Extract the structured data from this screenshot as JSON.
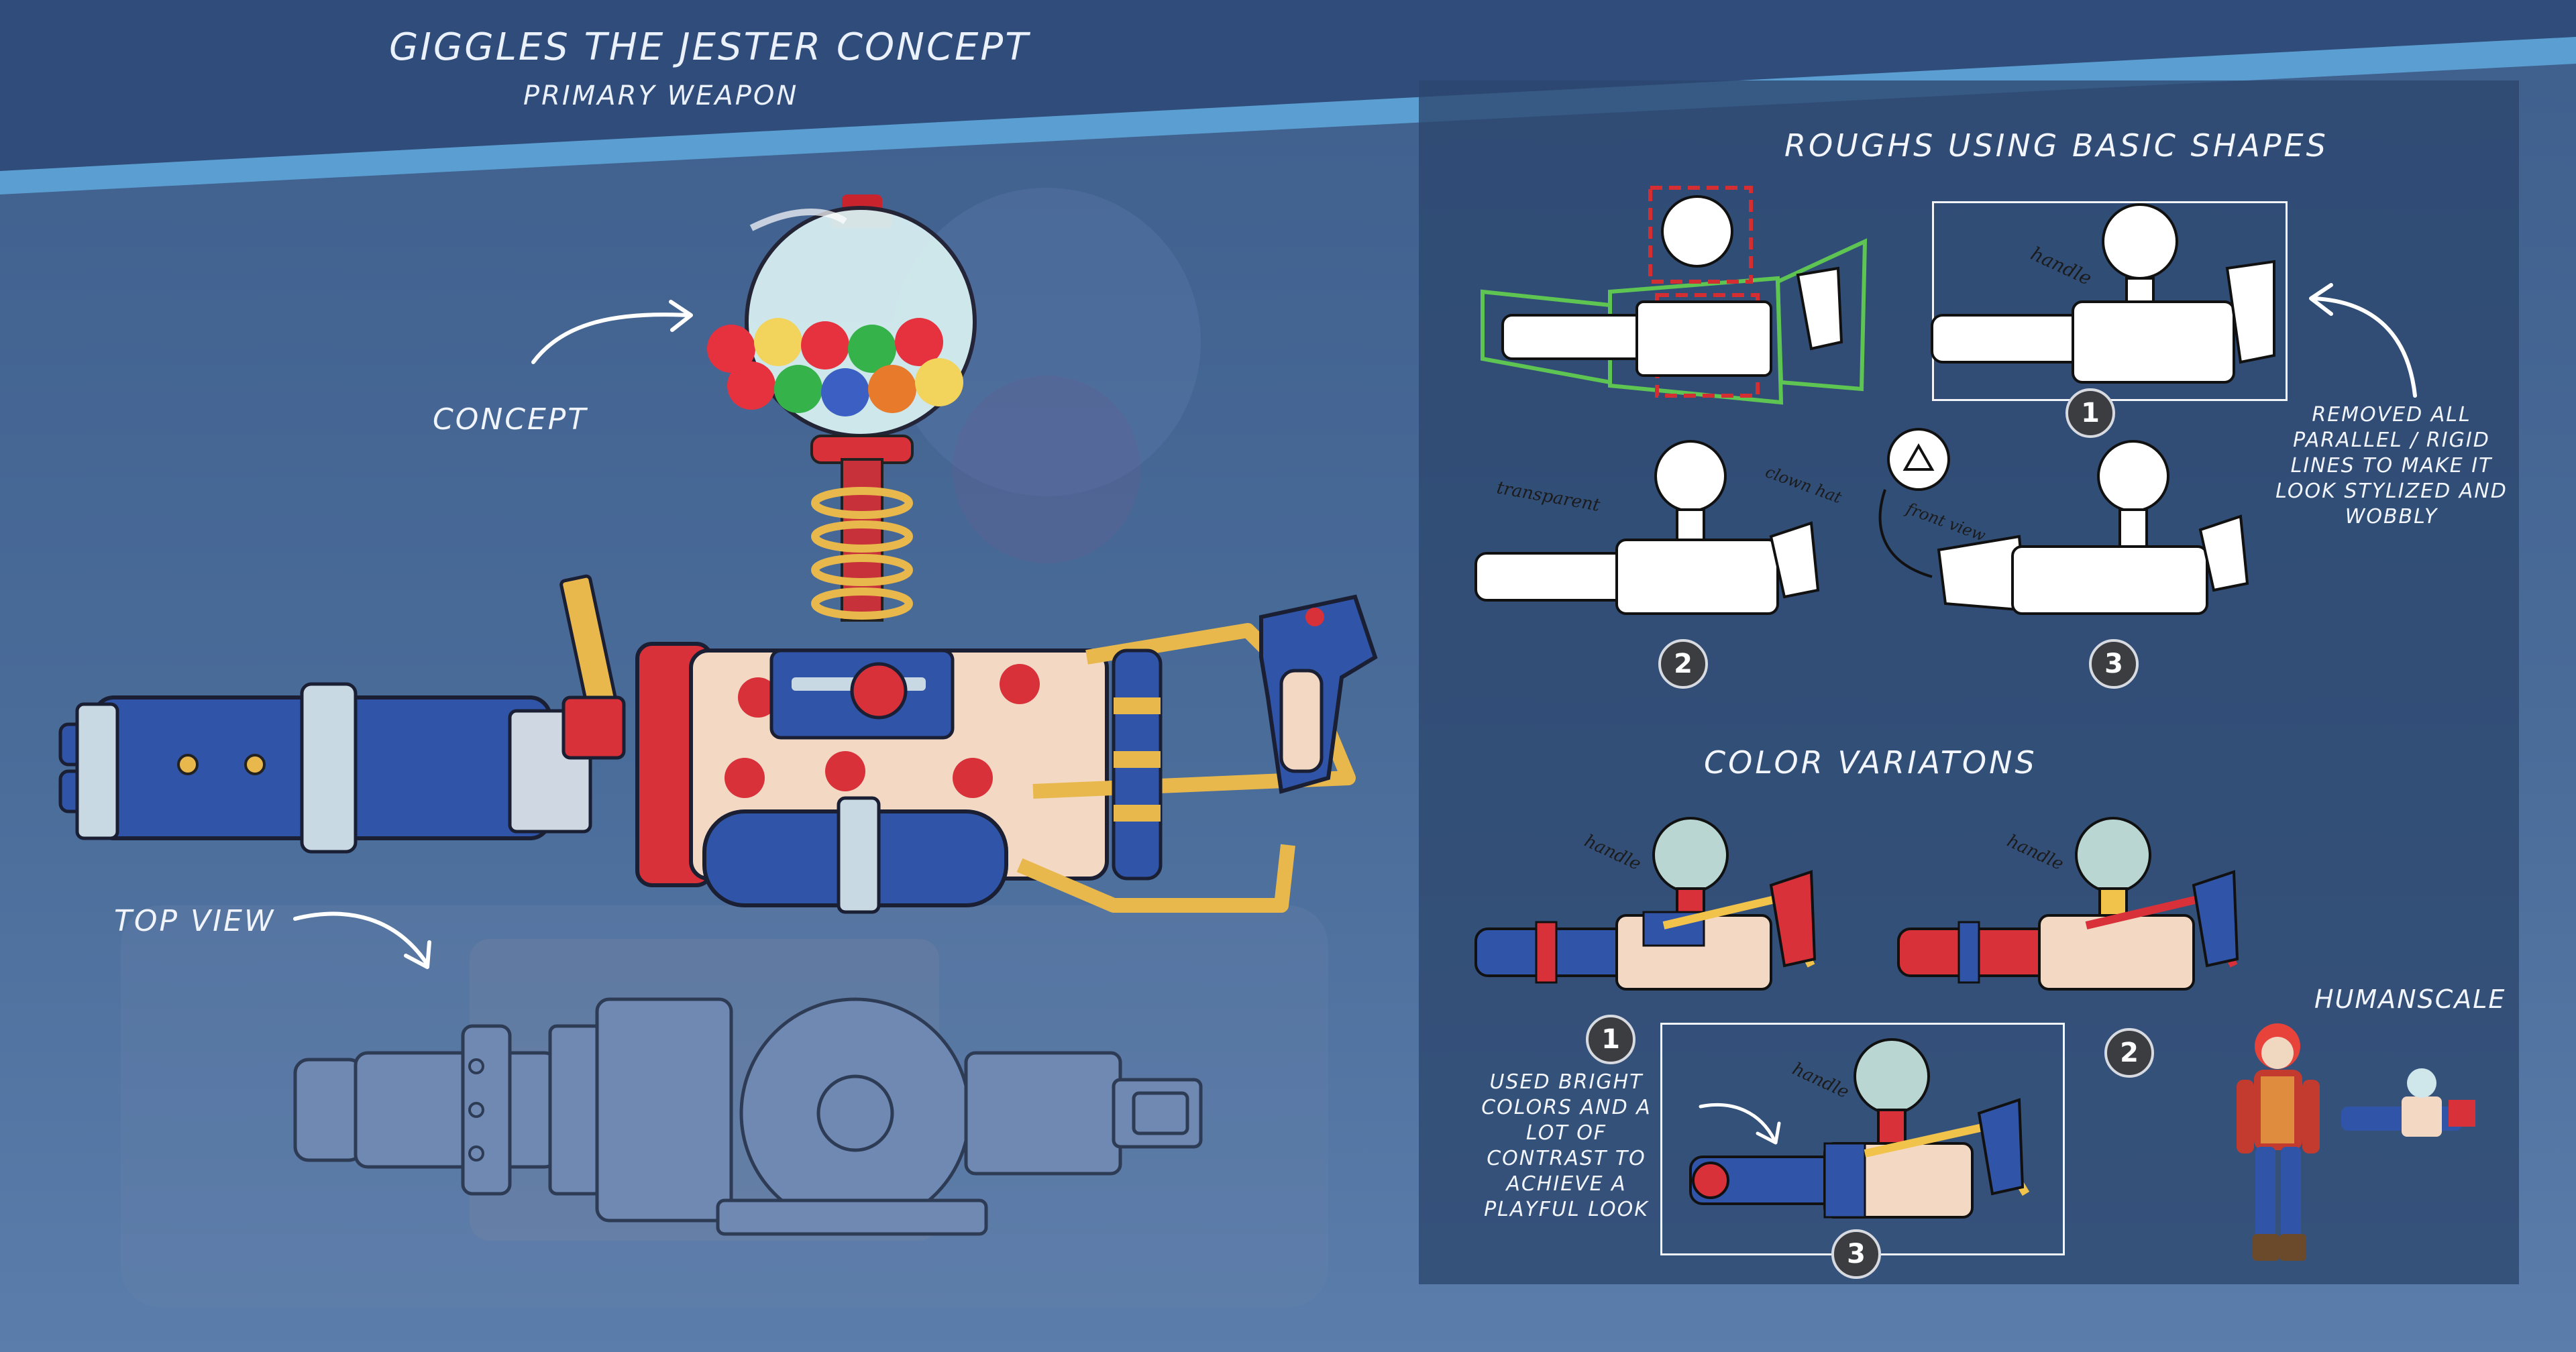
{
  "header": {
    "title": "GIGGLES THE JESTER CONCEPT",
    "subtitle": "PRIMARY WEAPON"
  },
  "left": {
    "concept_label": "CONCEPT",
    "top_view_label": "TOP VIEW"
  },
  "roughs": {
    "title": "ROUGHS USING BASIC SHAPES",
    "note": "REMOVED ALL PARALLEL / RIGID LINES TO MAKE IT LOOK STYLIZED AND WOBBLY",
    "badges": [
      "1",
      "2",
      "3"
    ],
    "sketch_labels": {
      "handle": "handle",
      "transparent": "transparent",
      "clown_hat": "clown hat",
      "front_view": "front view"
    }
  },
  "colors": {
    "title": "COLOR VARIATONS",
    "note": "USED BRIGHT COLORS AND A LOT OF CONTRAST TO ACHIEVE A PLAYFUL LOOK",
    "badges": [
      "1",
      "2",
      "3"
    ],
    "handle_label": "handle",
    "humanscale_label": "HUMANSCALE"
  },
  "palette": {
    "blue": "#2f54a8",
    "red": "#d8313a",
    "yellow": "#f2c34a",
    "cream": "#f3d8c4",
    "glass": "#cfe6ea"
  }
}
